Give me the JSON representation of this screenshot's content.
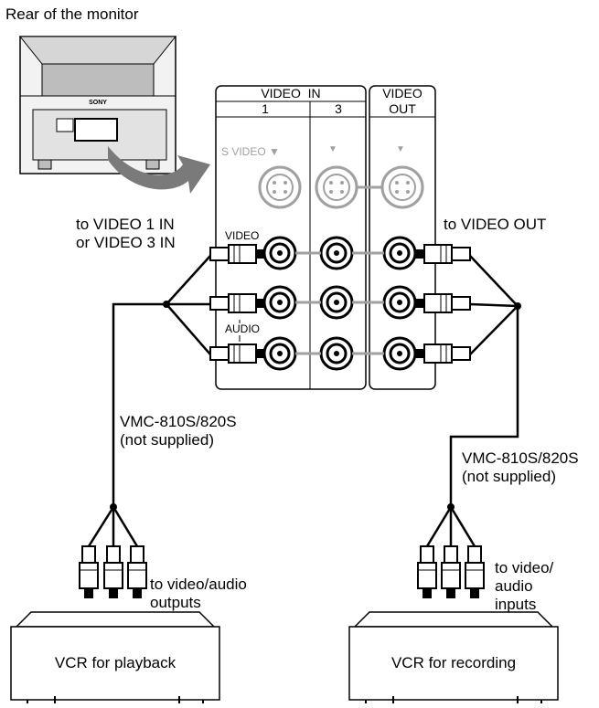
{
  "monitor": {
    "caption": "Rear of the monitor",
    "brand": "SONY"
  },
  "panel": {
    "video_in_header": "VIDEO  IN",
    "input_1": "1",
    "input_3": "3",
    "video_out_header_line1": "VIDEO",
    "video_out_header_line2": "OUT",
    "svideo_label": "S VIDEO ▼",
    "svideo_arrow": "▼",
    "video_jack_label": "VIDEO",
    "audio_jack_label": "AUDIO"
  },
  "labels": {
    "to_video_in_1": "to VIDEO 1 IN",
    "to_video_in_2": "or VIDEO 3 IN",
    "to_video_out": "to VIDEO OUT",
    "cable_left_1": "VMC-810S/820S",
    "cable_left_2": "(not supplied)",
    "cable_right_1": "VMC-810S/820S",
    "cable_right_2": "(not supplied)",
    "left_plugs_1": "to video/audio",
    "left_plugs_2": "outputs",
    "right_plugs_1": "to video/",
    "right_plugs_2": "audio",
    "right_plugs_3": "inputs"
  },
  "vcr": {
    "playback": "VCR for playback",
    "recording": "VCR for recording"
  },
  "colors": {
    "line": "#000000",
    "grey_arrow": "#7a7a7a",
    "monitor_body": "#e8e8e8",
    "monitor_shade": "#bdbdbd",
    "svideo_grey": "#a0a0a0"
  }
}
